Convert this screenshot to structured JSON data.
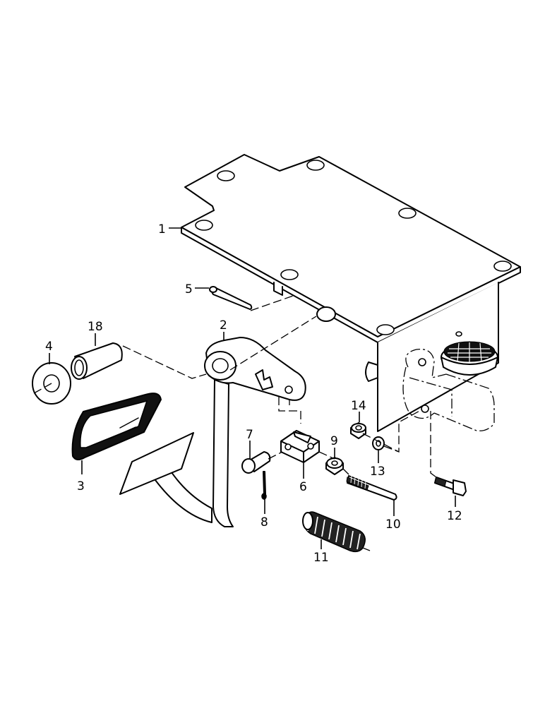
{
  "callouts": [
    {
      "id": "1",
      "label": "1"
    },
    {
      "id": "2",
      "label": "2"
    },
    {
      "id": "3",
      "label": "3"
    },
    {
      "id": "4",
      "label": "4"
    },
    {
      "id": "5",
      "label": "5"
    },
    {
      "id": "6",
      "label": "6"
    },
    {
      "id": "7",
      "label": "7"
    },
    {
      "id": "8",
      "label": "8"
    },
    {
      "id": "9",
      "label": "9"
    },
    {
      "id": "10",
      "label": "10"
    },
    {
      "id": "11",
      "label": "11"
    },
    {
      "id": "12",
      "label": "12"
    },
    {
      "id": "13",
      "label": "13"
    },
    {
      "id": "14",
      "label": "14"
    },
    {
      "id": "18",
      "label": "18"
    }
  ],
  "colors": {
    "line": "#000000",
    "background": "#ffffff"
  }
}
